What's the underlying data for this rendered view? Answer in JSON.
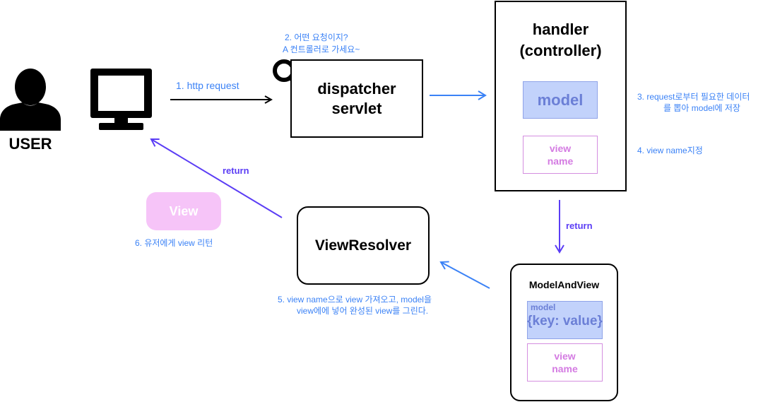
{
  "user": {
    "label": "USER",
    "person_icon": "person-icon",
    "monitor_icon": "monitor-icon"
  },
  "search_icon": "magnifier-icon",
  "arrows": {
    "http_request": "1. http request",
    "return_to_user": "return",
    "return_from_handler": "return"
  },
  "notes": {
    "step2_line1": "2. 어떤 요청이지?",
    "step2_line2": "A 컨트롤러로 가세요~",
    "step3_line1": "3. request로부터 필요한 데이터",
    "step3_line2": "를 뽑아 model에 저장",
    "step4": "4. view name지정",
    "step5_line1": "5. view name으로 view 가져오고, model을",
    "step5_line2": "view에에 넣어 완성된  view를 그린다.",
    "step6": "6. 유저에게 view 리턴"
  },
  "dispatcher": {
    "line1": "dispatcher",
    "line2": "servlet"
  },
  "handler": {
    "line1": "handler",
    "line2": "(controller)",
    "model": "model",
    "view_name_line1": "view",
    "view_name_line2": "name"
  },
  "view_badge": "View",
  "view_resolver": "ViewResolver",
  "model_and_view": {
    "title": "ModelAndView",
    "model_tag": "model",
    "open_brace": "{",
    "key_value": "key: value",
    "close_brace": "}",
    "view_name_line1": "view",
    "view_name_line2": "name"
  },
  "colors": {
    "blue_arrow": "#3b82f6",
    "purple_arrow": "#5b3df5",
    "model_fill": "#c2d2fb",
    "model_text": "#6b7fd6",
    "pink_border": "#d48ee0",
    "pink_text": "#d47be2",
    "view_badge_fill": "#f6c4f8"
  }
}
